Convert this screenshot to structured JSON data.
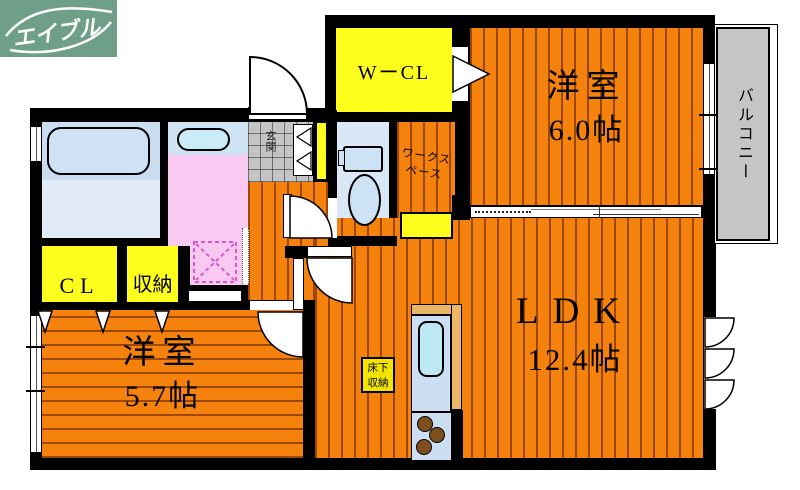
{
  "brand": {
    "name": "エイブル"
  },
  "rooms": {
    "walk_in_closet": {
      "label": "WーCL"
    },
    "bedroom_north": {
      "name": "洋室",
      "size": "6.0帖"
    },
    "balcony": {
      "label": "バルコニー"
    },
    "entrance": {
      "label": "玄関"
    },
    "workspace": {
      "line1": "ワークス",
      "line2": "ペース"
    },
    "closet": {
      "label": "CL"
    },
    "storage": {
      "label": "収納"
    },
    "bedroom_south": {
      "name": "洋室",
      "size": "5.7帖"
    },
    "ldk": {
      "name": "LDK",
      "size": "12.4帖"
    },
    "underfloor_storage": {
      "line1": "床下",
      "line2": "収納"
    }
  },
  "colors": {
    "floor_orange": "#f5820d",
    "floor_stripe": "#8c3e00",
    "highlight_yellow": "#ffff1e",
    "washroom_pink": "#f9c9f1",
    "fixture_blue": "#d9e7f6",
    "sink_cyan": "#bfe8f5",
    "balcony_gray": "#c5c5c5",
    "counter_tan": "#eab566",
    "brand_green": "#6f9f88",
    "wall_black": "#000000",
    "laundry_dash_pink": "#d45cc8"
  }
}
